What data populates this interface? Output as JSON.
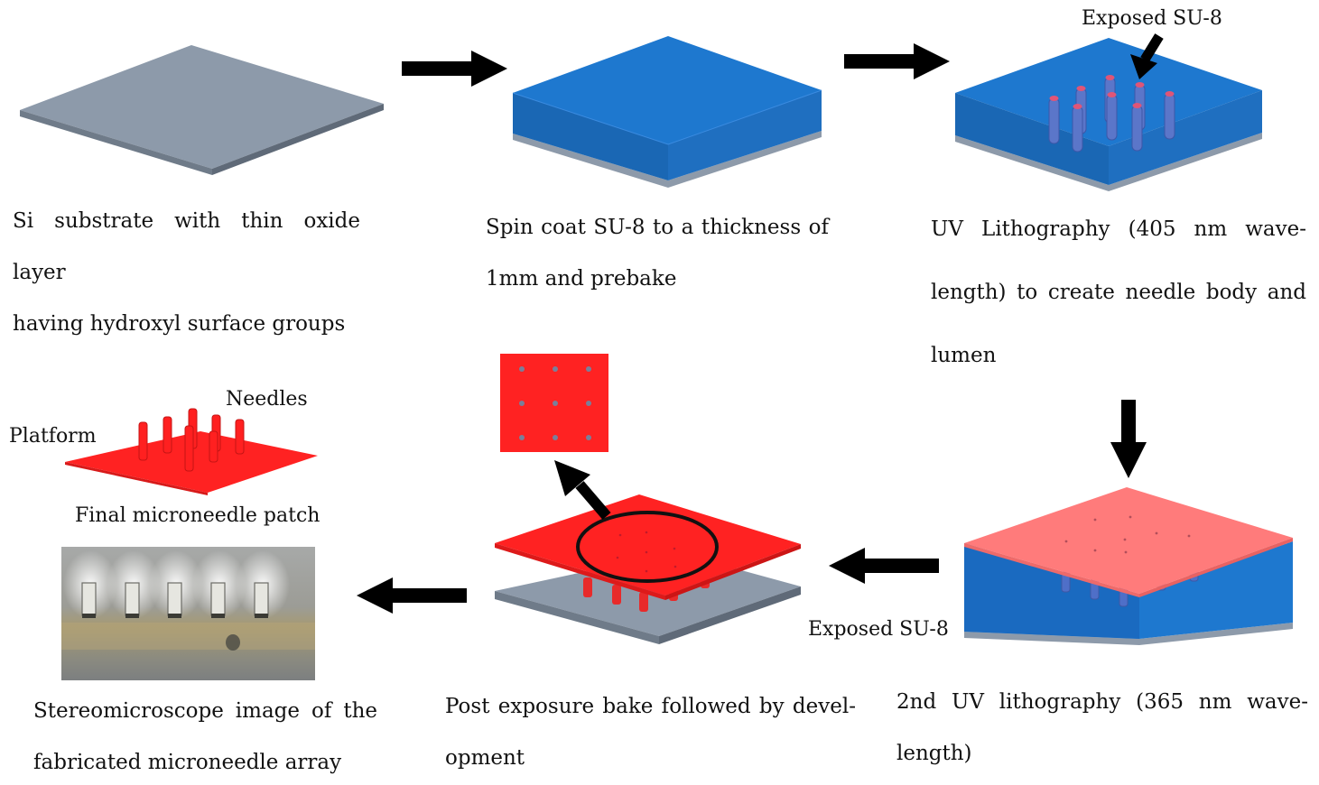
{
  "steps": {
    "step1": {
      "caption_lines": [
        "Si substrate with thin oxide layer",
        "having hydroxyl surface groups"
      ]
    },
    "step2": {
      "caption_lines": [
        "Spin coat SU-8 to a thickness of",
        "1mm and prebake"
      ]
    },
    "step3": {
      "label": "Exposed SU-8",
      "caption_lines": [
        "UV Lithography (405 nm wave-",
        "length) to create needle body and",
        "lumen"
      ]
    },
    "step4": {
      "label": "Exposed SU-8",
      "caption_lines": [
        "2nd UV lithography (365 nm wave-",
        "length)"
      ]
    },
    "step5": {
      "caption_lines": [
        "Post exposure bake followed by devel-",
        "opment"
      ]
    },
    "step6": {
      "needles_label": "Needles",
      "platform_label": "Platform",
      "patch_caption": "Final microneedle patch",
      "caption_lines": [
        "Stereomicroscope image of the",
        "fabricated microneedle array"
      ]
    }
  },
  "colors": {
    "substrate": "#8d9aaa",
    "su8": "#1a73c9",
    "needle_body": "#4a72c4",
    "exposed_cover": "#ff7b7b",
    "patch": "#ff2222",
    "arrow": "#000000"
  }
}
